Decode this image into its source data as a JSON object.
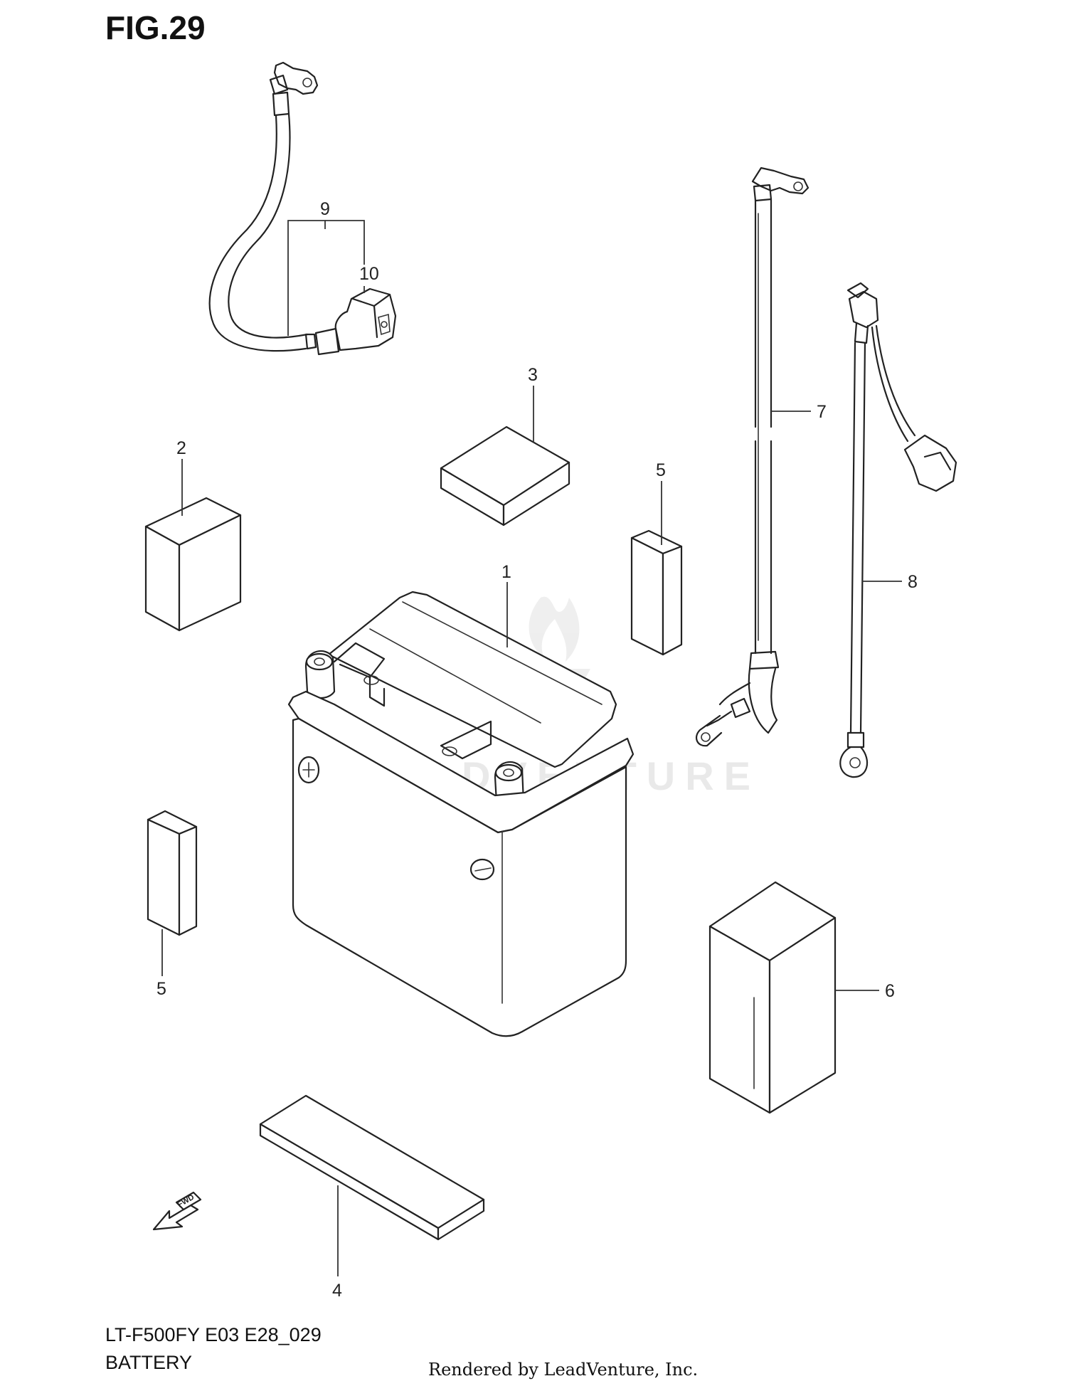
{
  "figure": {
    "title": "FIG.29",
    "model": "LT-F500FY E03 E28_029",
    "caption": "BATTERY",
    "credit": "Rendered by LeadVenture, Inc.",
    "watermark": "LEADVENTURE"
  },
  "callouts": [
    {
      "id": "1",
      "label": "1"
    },
    {
      "id": "2",
      "label": "2"
    },
    {
      "id": "3",
      "label": "3"
    },
    {
      "id": "4",
      "label": "4"
    },
    {
      "id": "5a",
      "label": "5"
    },
    {
      "id": "5b",
      "label": "5"
    },
    {
      "id": "6",
      "label": "6"
    },
    {
      "id": "7",
      "label": "7"
    },
    {
      "id": "8",
      "label": "8"
    },
    {
      "id": "9",
      "label": "9"
    },
    {
      "id": "10",
      "label": "10"
    }
  ],
  "fwd_arrow": {
    "label": "FWD"
  },
  "colors": {
    "line": "#222222",
    "background": "#ffffff",
    "watermark": "#e9e9e9"
  }
}
